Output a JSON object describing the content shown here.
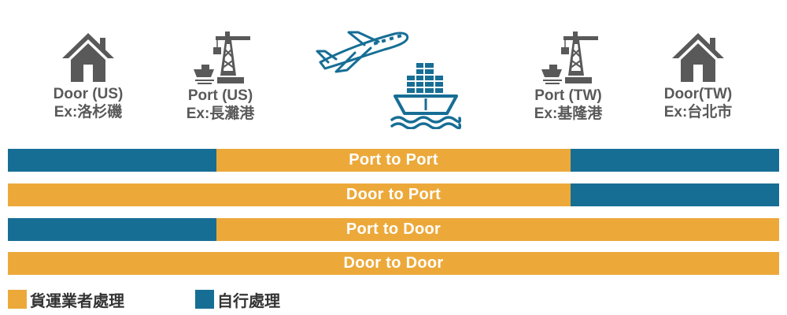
{
  "colors": {
    "outsourced": "#ECA93A",
    "self": "#176E95",
    "icon_gray": "#595959"
  },
  "nodes": [
    {
      "icon": "house-icon",
      "label": "Door (US)",
      "example": "Ex:洛杉磯"
    },
    {
      "icon": "port-crane-icon",
      "label": "Port (US)",
      "example": "Ex:長灘港"
    },
    {
      "icon": "port-crane-icon",
      "label": "Port (TW)",
      "example": "Ex:基隆港"
    },
    {
      "icon": "house-icon",
      "label": "Door(TW)",
      "example": "Ex:台北市"
    }
  ],
  "transport": [
    {
      "icon": "airplane-icon"
    },
    {
      "icon": "cargo-ship-icon"
    }
  ],
  "rows": [
    {
      "label": "Port to Port",
      "self_handled_stages": [
        "Door (US) → Port (US)",
        "Port (TW) → Door(TW)"
      ]
    },
    {
      "label": "Door to Port",
      "self_handled_stages": [
        "Port (TW) → Door(TW)"
      ]
    },
    {
      "label": "Port to Door",
      "self_handled_stages": [
        "Door (US) → Port (US)"
      ]
    },
    {
      "label": "Door to Door",
      "self_handled_stages": []
    }
  ],
  "legend": [
    {
      "label": "貨運業者處理",
      "color": "#ECA93A"
    },
    {
      "label": "自行處理",
      "color": "#176E95"
    }
  ]
}
